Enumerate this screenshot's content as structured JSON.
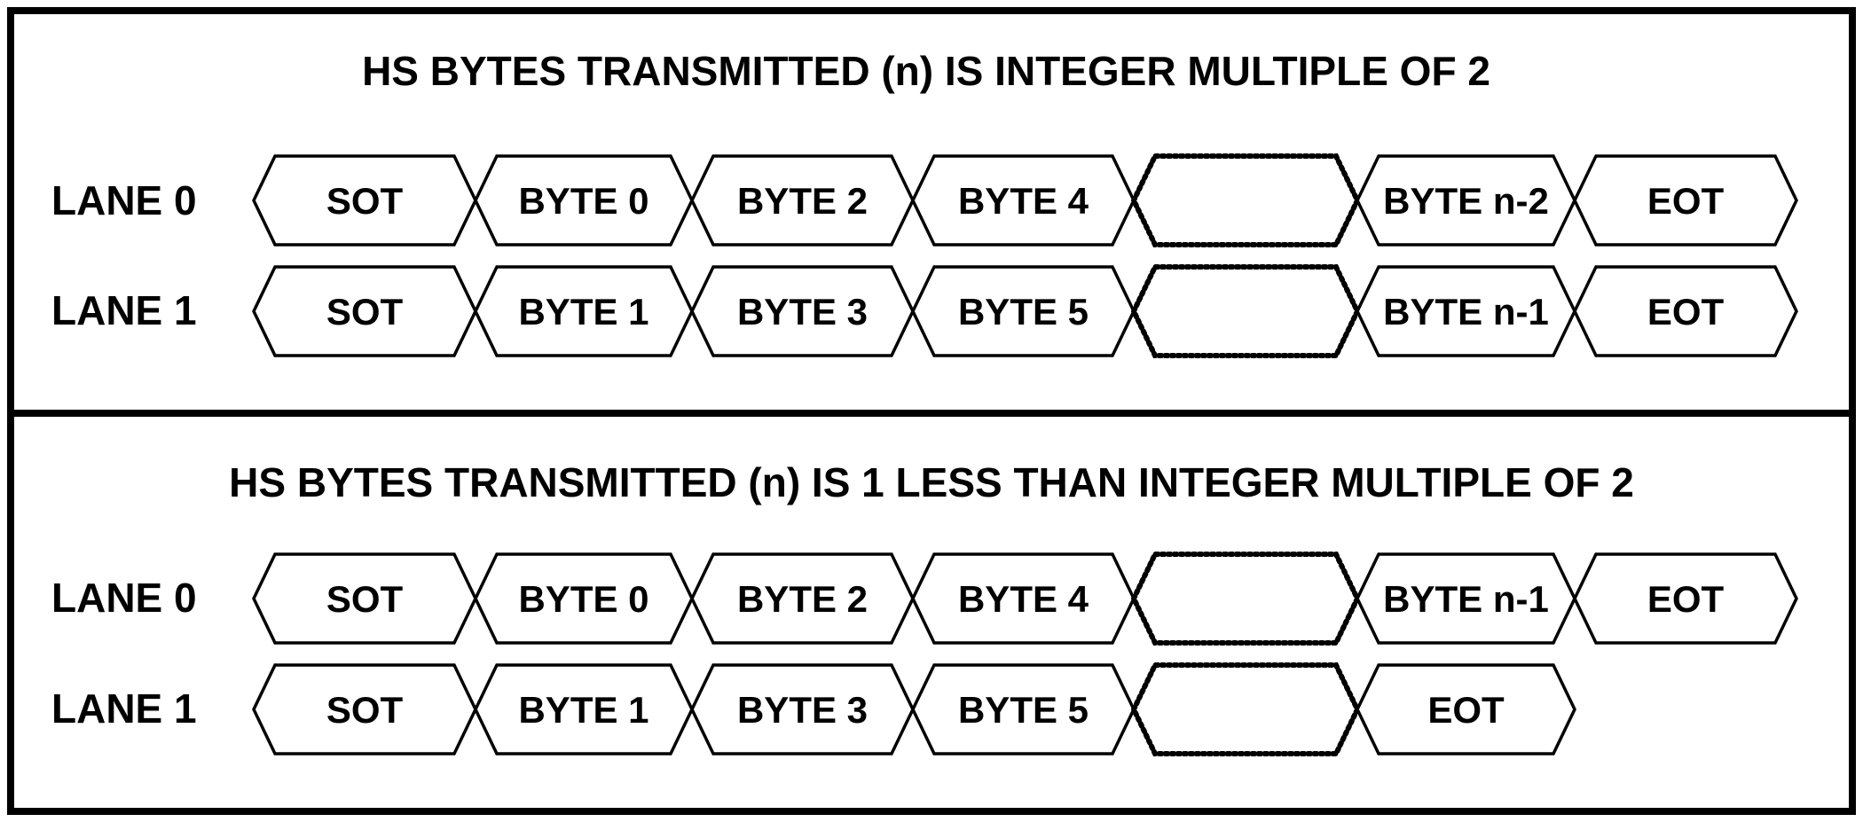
{
  "panels": [
    {
      "title": "HS BYTES TRANSMITTED (n) IS INTEGER MULTIPLE OF 2",
      "lanes": [
        {
          "label": "LANE 0",
          "cells": [
            "SOT",
            "BYTE 0",
            "BYTE 2",
            "BYTE 4",
            "",
            "BYTE n-2",
            "EOT"
          ]
        },
        {
          "label": "LANE 1",
          "cells": [
            "SOT",
            "BYTE 1",
            "BYTE 3",
            "BYTE 5",
            "",
            "BYTE n-1",
            "EOT"
          ]
        }
      ]
    },
    {
      "title": "HS BYTES TRANSMITTED (n) IS 1 LESS THAN INTEGER MULTIPLE OF 2",
      "lanes": [
        {
          "label": "LANE 0",
          "cells": [
            "SOT",
            "BYTE 0",
            "BYTE 2",
            "BYTE 4",
            "",
            "BYTE n-1",
            "EOT"
          ]
        },
        {
          "label": "LANE 1",
          "cells": [
            "SOT",
            "BYTE 1",
            "BYTE 3",
            "BYTE 5",
            "",
            "EOT"
          ]
        }
      ]
    }
  ],
  "colors": {
    "line": "#000000",
    "background": "#ffffff"
  }
}
